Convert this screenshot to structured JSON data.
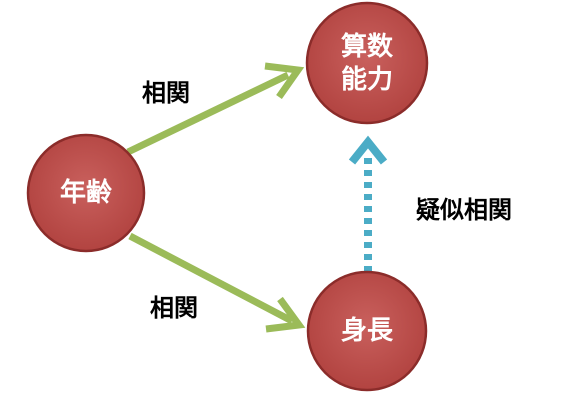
{
  "nodes": {
    "age": {
      "label": "年齢"
    },
    "math": {
      "line1": "算数",
      "line2": "能力"
    },
    "height": {
      "label": "身長"
    }
  },
  "edges": {
    "age_math": {
      "label": "相関"
    },
    "age_height": {
      "label": "相関"
    },
    "height_math": {
      "label": "疑似相関"
    }
  },
  "colors": {
    "node_fill": "#c0504d",
    "node_stroke": "#8b2c2a",
    "solid_arrow": "#9bbb59",
    "dotted_arrow": "#4bacc6"
  }
}
